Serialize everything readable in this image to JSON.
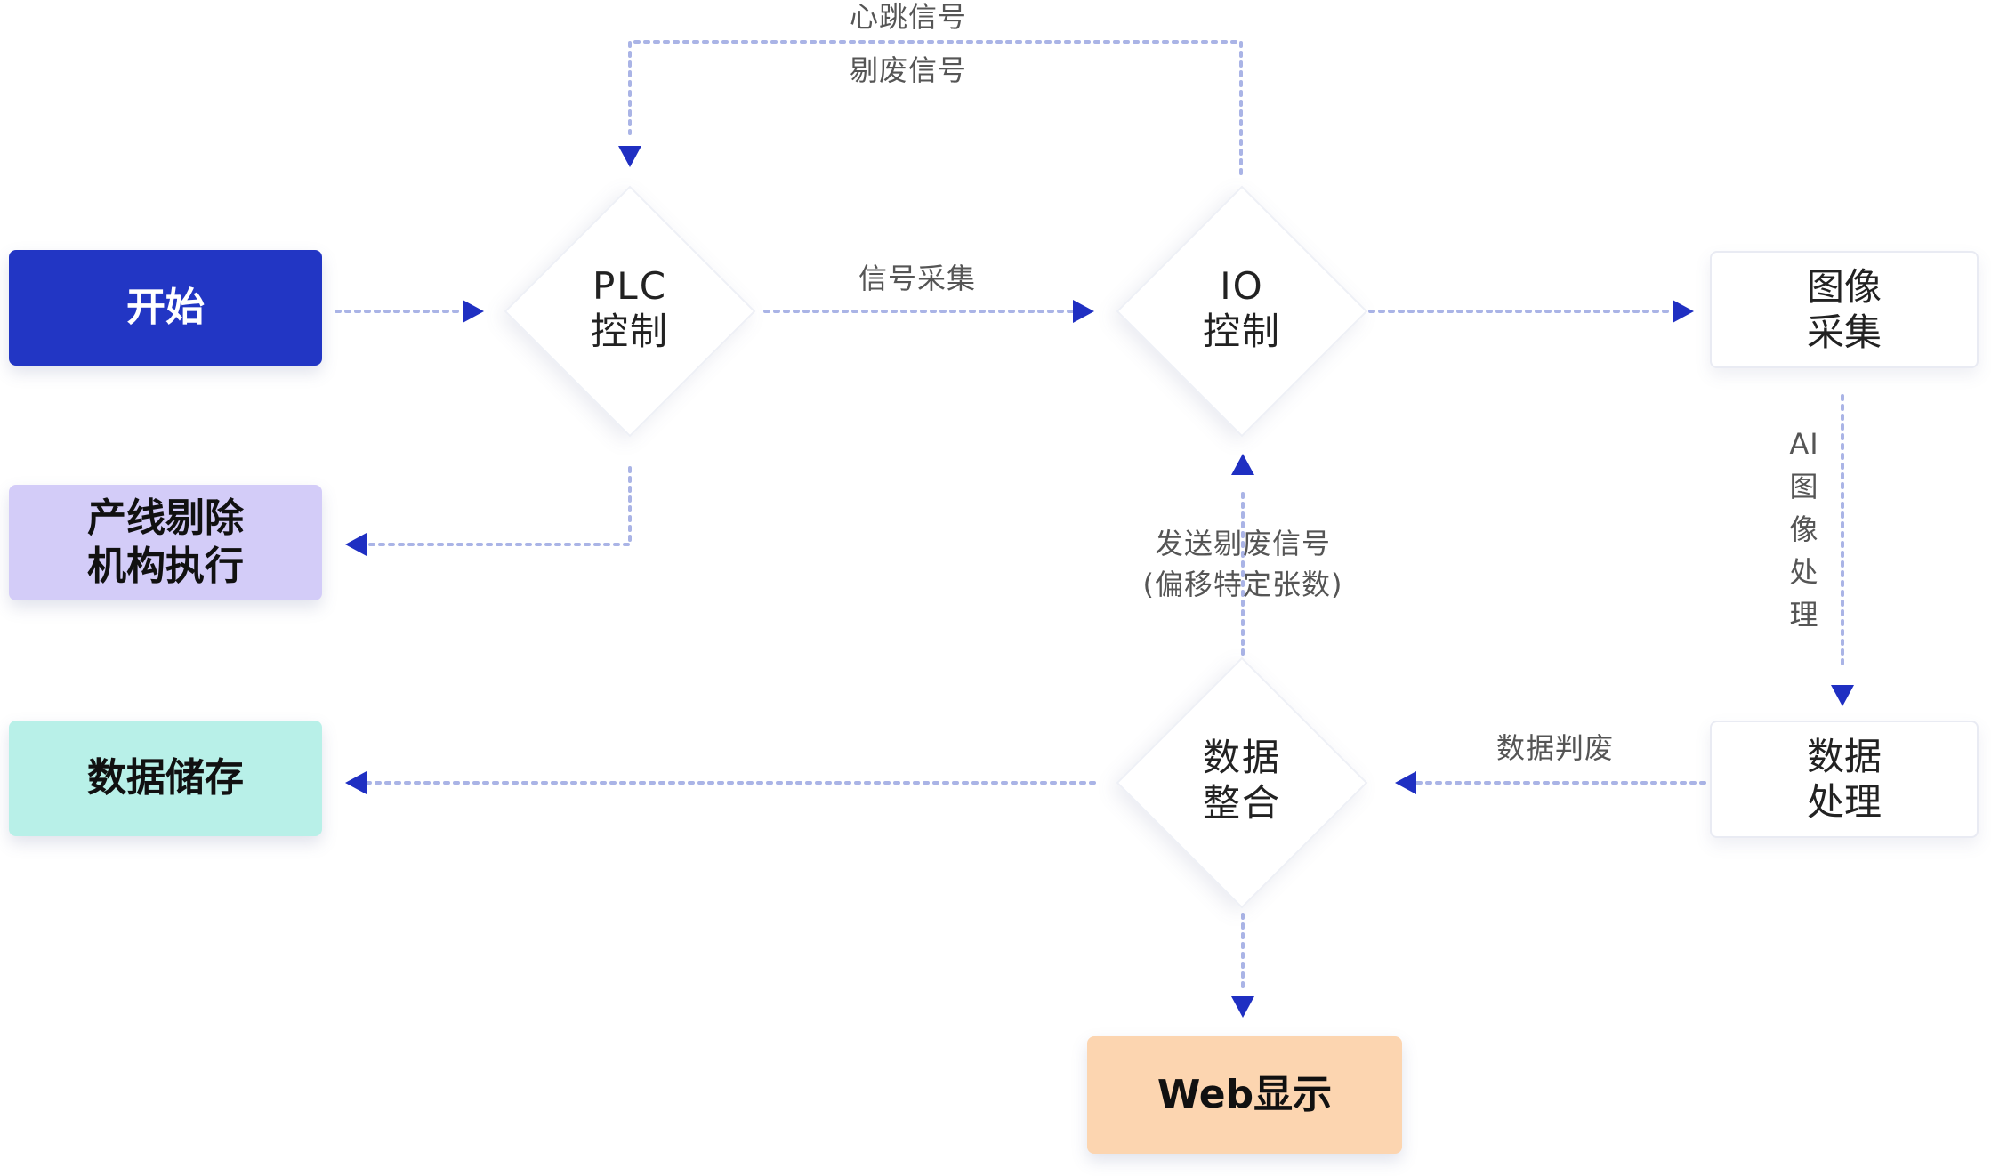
{
  "nodes": {
    "start": "开始",
    "reject_exec": "产线剔除\n机构执行",
    "data_store": "数据储存",
    "web_display": "Web显示",
    "plc": "PLC\n控制",
    "io": "IO\n控制",
    "image_capture": "图像\n采集",
    "data_process": "数据\n处理",
    "data_merge": "数据\n整合"
  },
  "edge_labels": {
    "heartbeat": "心跳信号",
    "reject_signal": "剔废信号",
    "signal_acquire": "信号采集",
    "ai_process": "AI\n图\n像\n处\n理",
    "judge": "数据判废",
    "send_reject": "发送剔废信号\n(偏移特定张数)"
  },
  "colors": {
    "start": "#2236c4",
    "reject_exec": "#d3ccf8",
    "data_store": "#b8f0e8",
    "web_display": "#fcd5b0",
    "arrow": "#1f2fc2",
    "connector": "#aab4e6"
  }
}
